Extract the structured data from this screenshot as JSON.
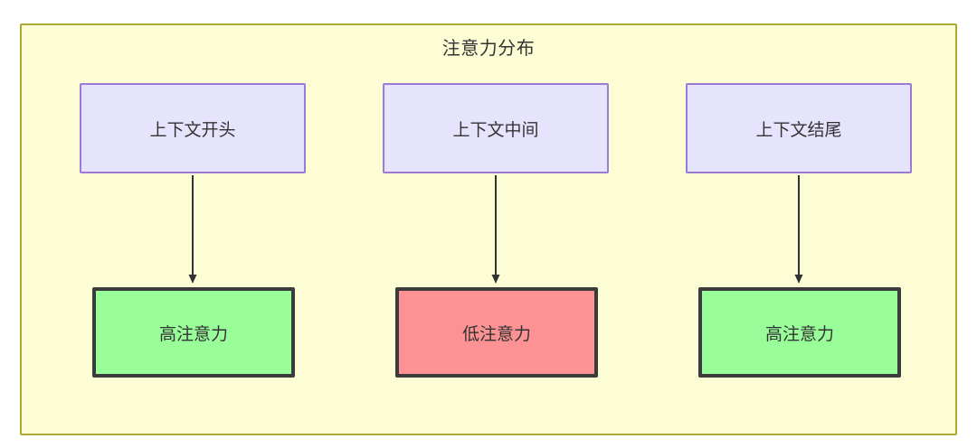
{
  "diagram": {
    "title": "注意力分布",
    "background_color": "#fdfdd5",
    "border_color": "#aaaa33",
    "text_color": "#333333",
    "source_node_fill": "#e6e4fc",
    "source_node_border": "#9a7bd6",
    "high_attention_fill": "#99fe99",
    "low_attention_fill": "#fd9295",
    "result_node_border": "#3b3b3b",
    "arrow_color": "#333333",
    "sources": [
      {
        "label": "上下文开头"
      },
      {
        "label": "上下文中间"
      },
      {
        "label": "上下文结尾"
      }
    ],
    "results": [
      {
        "label": "高注意力",
        "level": "high"
      },
      {
        "label": "低注意力",
        "level": "low"
      },
      {
        "label": "高注意力",
        "level": "high"
      }
    ],
    "edges": [
      {
        "from": "上下文开头",
        "to": "高注意力"
      },
      {
        "from": "上下文中间",
        "to": "低注意力"
      },
      {
        "from": "上下文结尾",
        "to": "高注意力"
      }
    ]
  }
}
